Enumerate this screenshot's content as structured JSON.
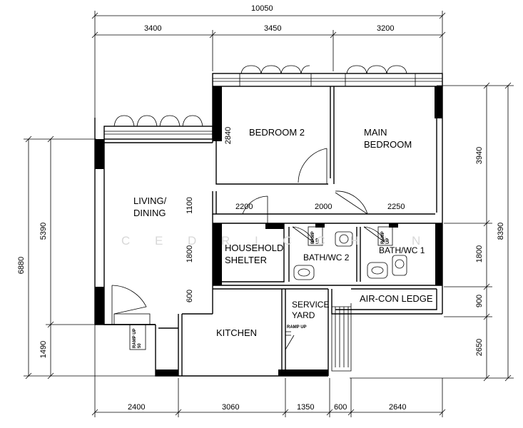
{
  "rooms": {
    "bedroom2": "BEDROOM 2",
    "main_bedroom": "MAIN\nBEDROOM",
    "living_dining": "LIVING/\nDINING",
    "household_shelter": "HOUSEHOLD\nSHELTER",
    "bath_wc2": "BATH/WC 2",
    "bath_wc1": "BATH/WC 1",
    "air_con_ledge": "AIR-CON LEDGE",
    "service_yard": "SERVICE\nYARD",
    "kitchen": "KITCHEN"
  },
  "ramps": {
    "entrance": "RAMP UP\n50",
    "yard": "RAMP UP",
    "bath2": "RAMP\nUP",
    "bath1": "RAMP\nUP"
  },
  "watermark": "C E D R I C   C H I N",
  "dimensions": {
    "top_total": "10050",
    "top_1": "3400",
    "top_2": "3450",
    "top_3": "3200",
    "inner_1": "2200",
    "inner_2": "2000",
    "inner_3": "2250",
    "bottom_1": "2400",
    "bottom_2": "3060",
    "bottom_3": "1350",
    "bottom_4": "600",
    "bottom_5": "2640",
    "left_total": "6880",
    "left_1": "5390",
    "left_2": "1490",
    "inner_v_1": "2840",
    "inner_v_2": "1100",
    "inner_v_3": "1800",
    "inner_v_4": "600",
    "right_total": "8390",
    "right_1": "3940",
    "right_2": "1800",
    "right_3": "900",
    "right_4": "2650"
  }
}
